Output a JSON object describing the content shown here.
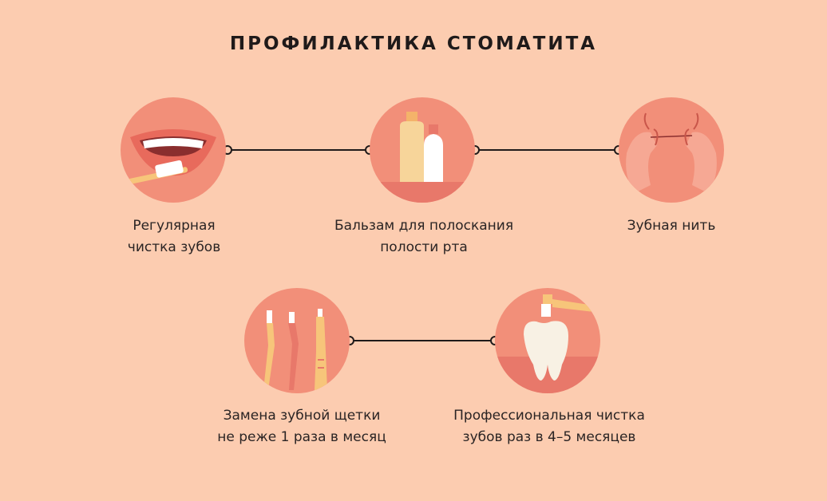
{
  "title": "ПРОФИЛАКТИКА СТОМАТИТА",
  "steps": [
    {
      "line1": "Регулярная",
      "line2": "чистка зубов",
      "icon": "smile-toothbrush-icon"
    },
    {
      "line1": "Бальзам для полоскания",
      "line2": "полости рта",
      "icon": "mouthwash-bottles-icon"
    },
    {
      "line1": "Зубная нить",
      "line2": "",
      "icon": "dental-floss-hands-icon"
    },
    {
      "line1": "Замена зубной щетки",
      "line2": "не реже 1 раза в месяц",
      "icon": "toothbrushes-icon"
    },
    {
      "line1": "Профессиональная чистка",
      "line2": "зубов раз в 4–5 месяцев",
      "icon": "tooth-drill-icon"
    }
  ],
  "colors": {
    "background": "#FCCCB0",
    "circle": "#F28F79",
    "accent": "#F7C57A"
  }
}
